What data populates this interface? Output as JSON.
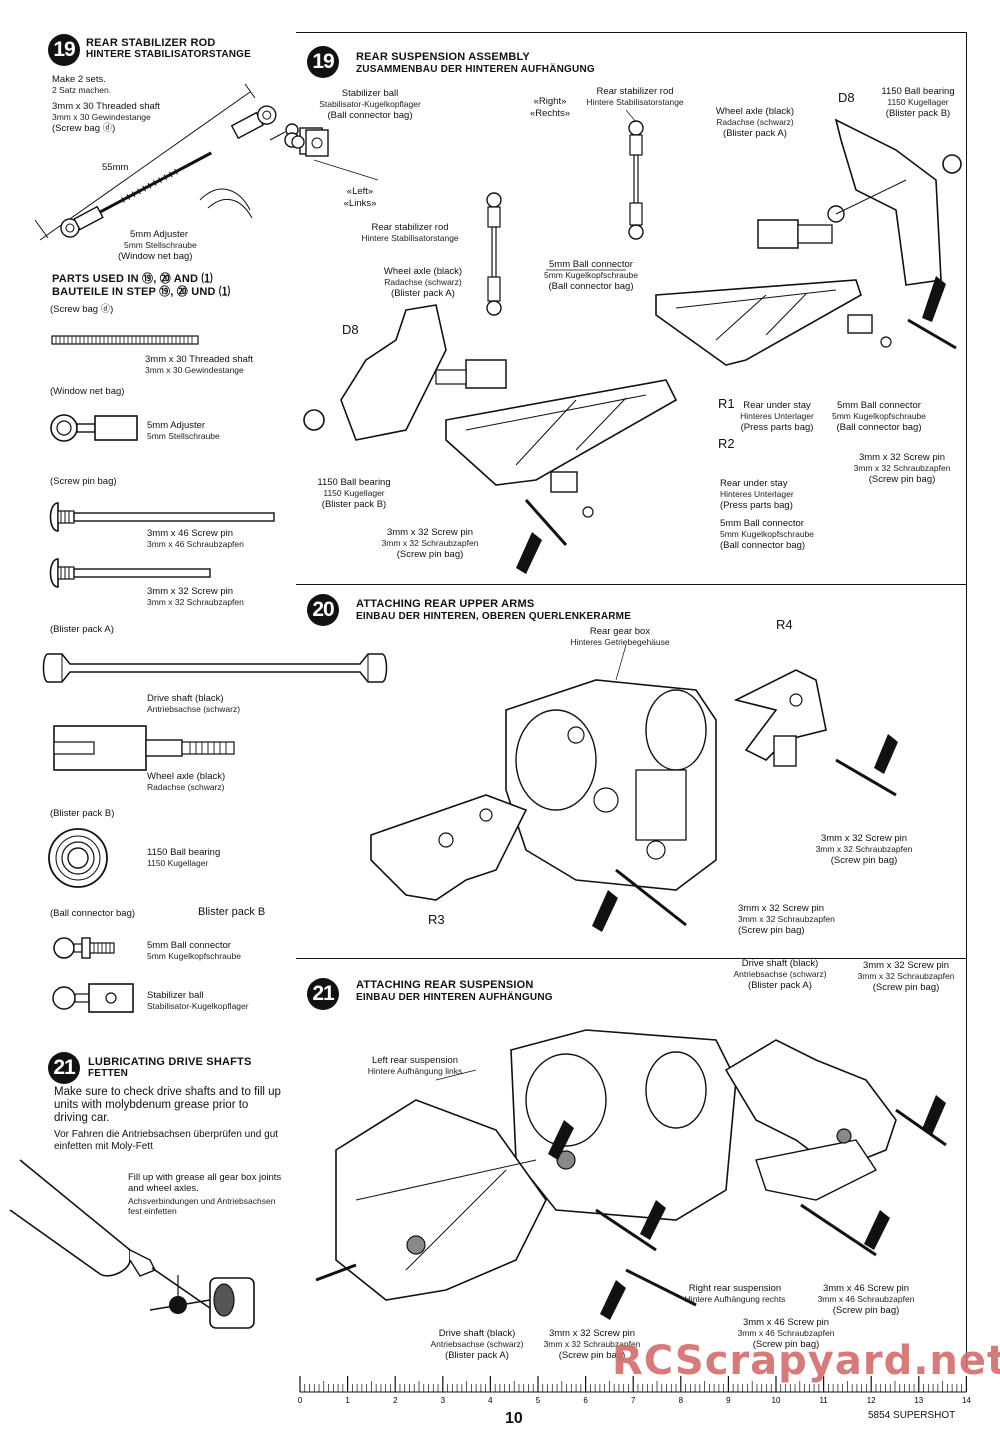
{
  "left": {
    "step19": {
      "num": "19",
      "title_en": "REAR STABILIZER ROD",
      "title_de": "HINTERE STABILISATORSTANGE",
      "make_en": "Make 2 sets.",
      "make_de": "2 Satz machen.",
      "shaft_en": "3mm x 30 Threaded shaft",
      "shaft_de": "3mm x 30 Gewindestange",
      "shaft_bag": "(Screw bag ⓓ)",
      "dim": "55mm",
      "adj_en": "5mm Adjuster",
      "adj_de": "5mm Stellschraube",
      "adj_bag": "(Window net bag)"
    },
    "parts": {
      "title_en": "PARTS USED IN ⑲, ⑳ AND ⑴",
      "title_de": "BAUTEILE IN STEP ⑲, ⑳ UND ⑴",
      "screw_bag": "(Screw bag ⓓ)",
      "shaft_en": "3mm x 30 Threaded shaft",
      "shaft_de": "3mm x 30 Gewindestange",
      "window_bag": "(Window net bag)",
      "adj_en": "5mm Adjuster",
      "adj_de": "5mm Stellschraube",
      "pin_bag": "(Screw pin bag)",
      "pin46_en": "3mm x 46 Screw pin",
      "pin46_de": "3mm x 46 Schraubzapfen",
      "pin32_en": "3mm x 32 Screw pin",
      "pin32_de": "3mm x 32 Schraubzapfen",
      "blisterA": "(Blister pack A)",
      "drive_en": "Drive shaft (black)",
      "drive_de": "Antriebsachse (schwarz)",
      "wheel_en": "Wheel axle (black)",
      "wheel_de": "Radachse (schwarz)",
      "blisterB": "(Blister pack B)",
      "bearing_en": "1150 Ball bearing",
      "bearing_de": "1150 Kugellager",
      "ball_bag": "(Ball connector bag)",
      "blisterB2": "Blister pack B",
      "ballconn_en": "5mm Ball connector",
      "ballconn_de": "5mm Kugelkopfschraube",
      "stab_en": "Stabilizer ball",
      "stab_de": "Stabilisator-Kugelkopflager"
    },
    "step21lub": {
      "num": "21",
      "title_en": "LUBRICATING DRIVE SHAFTS",
      "title_en2": "FETTEN",
      "body_en": "Make sure to check drive shafts and to fill up units with molybdenum grease prior to driving car.",
      "body_de": "Vor Fahren die Antriebsachsen überprüfen und gut einfetten mit Moly-Fett",
      "fill_en": "Fill up with grease all gear box joints and wheel axles.",
      "fill_de": "Achsverbindungen und Antriebsachsen fest einfetten"
    }
  },
  "right": {
    "step19": {
      "num": "19",
      "title_en": "REAR SUSPENSION ASSEMBLY",
      "title_de": "ZUSAMMENBAU DER HINTEREN AUFHÄNGUNG",
      "stab_en": "Stabilizer ball",
      "stab_de": "Stabilisator-Kugelkopflager",
      "stab_bag": "(Ball connector bag)",
      "right_en": "«Right»",
      "right_de": "«Rechts»",
      "rod_en": "Rear stabilizer rod",
      "rod_de": "Hintere Stabilisatorstange",
      "wheel_en": "Wheel axle (black)",
      "wheel_de": "Radachse (schwarz)",
      "wheel_bag": "(Blister pack A)",
      "d8": "D8",
      "bear_en": "1150 Ball bearing",
      "bear_de": "1150 Kugellager",
      "bear_bag": "(Blister pack B)",
      "left_en": "«Left»",
      "left_de": "«Links»",
      "ball_en": "5mm Ball connector",
      "ball_de": "5mm Kugelkopfschraube",
      "ball_bag": "(Ball connector bag)",
      "r1": "R1",
      "r2": "R2",
      "under_en": "Rear under stay",
      "under_de": "Hinteres Unterlager",
      "under_bag": "(Press parts bag)",
      "pin32_en": "3mm x 32 Screw pin",
      "pin32_de": "3mm x 32 Schraubzapfen",
      "pin_bag": "(Screw pin bag)"
    },
    "step20": {
      "num": "20",
      "title_en": "ATTACHING REAR UPPER ARMS",
      "title_de": "EINBAU DER HINTEREN, OBEREN QUERLENKERARME",
      "gear_en": "Rear gear box",
      "gear_de": "Hinteres Getriebegehäuse",
      "r4": "R4",
      "r3": "R3",
      "pin32_en": "3mm x 32 Screw pin",
      "pin32_de": "3mm x 32 Schraubzapfen",
      "pin_bag": "(Screw pin bag)"
    },
    "step21": {
      "num": "21",
      "title_en": "ATTACHING REAR SUSPENSION",
      "title_de": "EINBAU DER HINTEREN AUFHÄNGUNG",
      "drive_en": "Drive shaft (black)",
      "drive_de": "Antriebsachse (schwarz)",
      "drive_bag": "(Blister pack A)",
      "pin32_en": "3mm x 32 Screw pin",
      "pin32_de": "3mm x 32 Schraubzapfen",
      "pin_bag": "(Screw pin bag)",
      "leftsus_en": "Left rear suspension",
      "leftsus_de": "Hintere Aufhängung links",
      "rightsus_en": "Right rear suspension",
      "rightsus_de": "Hintere Aufhängung rechts",
      "pin46_en": "3mm x 46 Screw pin",
      "pin46_de": "3mm x 46 Schraubzapfen"
    }
  },
  "ruler": {
    "ticks": [
      "0",
      "1",
      "2",
      "3",
      "4",
      "5",
      "6",
      "7",
      "8",
      "9",
      "10",
      "11",
      "12",
      "13",
      "14"
    ]
  },
  "footer": {
    "page": "10",
    "model": "5854 SUPERSHOT",
    "watermark": "RCScrapyard.net"
  }
}
